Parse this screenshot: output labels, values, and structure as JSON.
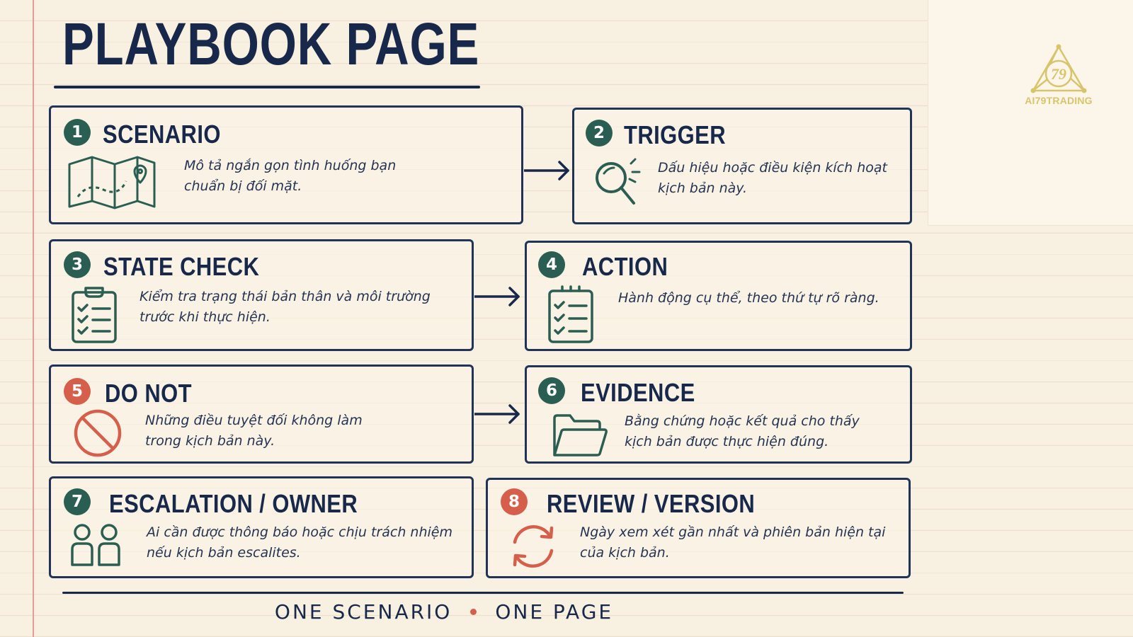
{
  "title": "PLAYBOOK PAGE",
  "logo": {
    "text": "AI79TRADING",
    "mark": "79"
  },
  "footer": {
    "left": "ONE SCENARIO",
    "right": "ONE PAGE"
  },
  "colors": {
    "navy": "#17284a",
    "teal": "#2b5e52",
    "red": "#d65f4b",
    "paper": "#f8f0e0",
    "gold": "#d8c46a"
  },
  "cards": [
    {
      "number": "1",
      "title": "SCENARIO",
      "text": "Mô tả ngắn gọn tình huống bạn\nchuẩn bị đối mặt.",
      "icon": "map-icon"
    },
    {
      "number": "2",
      "title": "TRIGGER",
      "text": "Dấu hiệu hoặc điều kiện kích hoạt\nkịch bản này.",
      "icon": "magnifier-icon"
    },
    {
      "number": "3",
      "title": "STATE CHECK",
      "text": "Kiểm tra trạng thái bản thân và môi trường\ntrước khi thực hiện.",
      "icon": "clipboard-checklist-icon"
    },
    {
      "number": "4",
      "title": "ACTION",
      "text": "Hành động cụ thể, theo thứ tự rõ ràng.",
      "icon": "checklist-icon"
    },
    {
      "number": "5",
      "title": "DO NOT",
      "text": "Những điều tuyệt đối không làm\ntrong kịch bản này.",
      "icon": "prohibited-icon"
    },
    {
      "number": "6",
      "title": "EVIDENCE",
      "text": "Bằng chứng hoặc kết quả cho thấy\nkịch bản được thực hiện đúng.",
      "icon": "folder-icon"
    },
    {
      "number": "7",
      "title": "ESCALATION / OWNER",
      "text": "Ai cần được thông báo hoặc chịu trách nhiệm\nnếu kịch bản escalites.",
      "icon": "people-icon"
    },
    {
      "number": "8",
      "title": "REVIEW / VERSION",
      "text": "Ngày xem xét gần nhất và phiên bản hiện tại\ncủa kịch bản.",
      "icon": "refresh-icon"
    }
  ]
}
